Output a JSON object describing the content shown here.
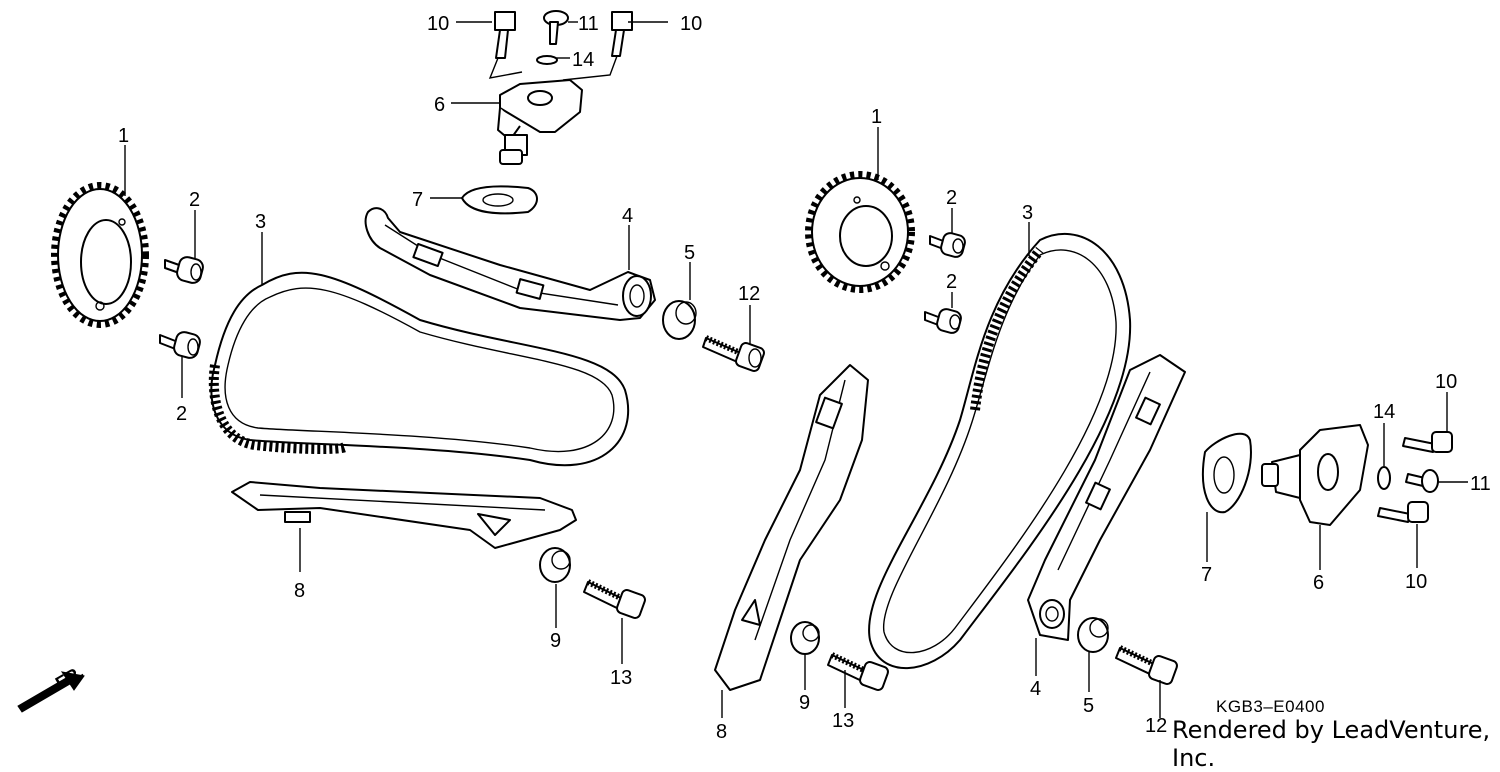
{
  "diagram": {
    "code": "KGB3–E0400",
    "credit": "Rendered by LeadVenture, Inc.",
    "front_marker": "FR."
  },
  "callouts": {
    "l_1": "1",
    "l_2a": "2",
    "l_2b": "2",
    "l_3": "3",
    "l_4": "4",
    "l_5": "5",
    "l_6": "6",
    "l_7": "7",
    "l_8": "8",
    "l_9": "9",
    "l_10a": "10",
    "l_10b": "10",
    "l_11": "11",
    "l_12": "12",
    "l_13": "13",
    "l_14": "14",
    "r_1": "1",
    "r_2a": "2",
    "r_2b": "2",
    "r_3": "3",
    "r_4": "4",
    "r_5": "5",
    "r_6": "6",
    "r_7": "7",
    "r_8": "8",
    "r_9": "9",
    "r_10a": "10",
    "r_10b": "10",
    "r_11": "11",
    "r_12": "12",
    "r_13": "13",
    "r_14": "14"
  }
}
